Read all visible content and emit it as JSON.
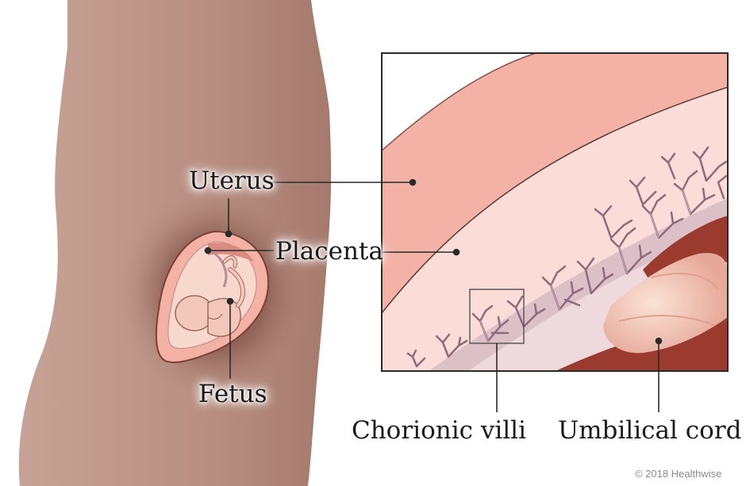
{
  "labels": {
    "uterus": "Uterus",
    "placenta": "Placenta",
    "fetus": "Fetus",
    "chorionic_villi": "Chorionic villi",
    "umbilical_cord": "Umbilical cord"
  },
  "copyright": "© 2018 Healthwise",
  "colors": {
    "skin": "#b48b7d",
    "skin_shadow": "#6e3f33",
    "uterus_wall": "#f4b2a6",
    "placenta_tissue": "#fbdcd6",
    "villi": "#c9a2b0",
    "villi_outline": "#8f6a7e",
    "blood": "#9b3a2e",
    "cord": "#f6cdbf",
    "line": "#2a2a2a"
  }
}
